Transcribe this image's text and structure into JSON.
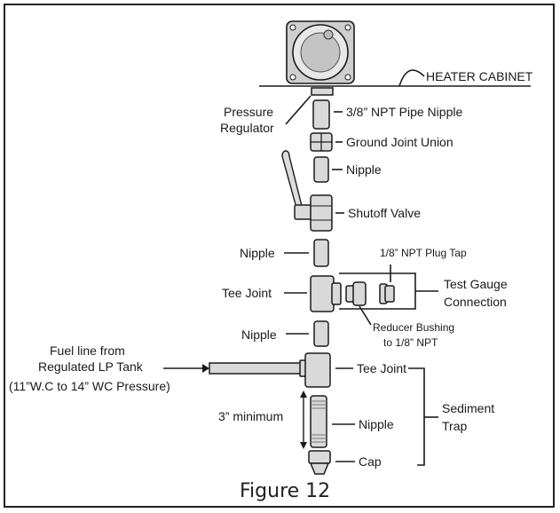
{
  "labels": {
    "heater_cabinet": "HEATER CABINET",
    "pressure_regulator_1": "Pressure",
    "pressure_regulator_2": "Regulator",
    "pipe_nipple": "3/8” NPT Pipe Nipple",
    "ground_joint_union": "Ground Joint Union",
    "nipple_upper": "Nipple",
    "shutoff_valve": "Shutoff Valve",
    "nipple_left_1": "Nipple",
    "plug_tap": "1/8” NPT Plug Tap",
    "tee_joint_upper": "Tee Joint",
    "test_gauge_1": "Test Gauge",
    "test_gauge_2": "Connection",
    "nipple_left_2": "Nipple",
    "reducer_1": "Reducer Bushing",
    "reducer_2": "to 1/8” NPT",
    "fuel_line_1": "Fuel line from",
    "fuel_line_2": "Regulated LP Tank",
    "fuel_line_3": "(11”W.C to 14” WC Pressure)",
    "tee_joint_lower": "Tee Joint",
    "three_min": "3” minimum",
    "nipple_lower": "Nipple",
    "sediment_1": "Sediment",
    "sediment_2": "Trap",
    "cap": "Cap"
  },
  "figure_caption": "Figure 12",
  "colors": {
    "line": "#1a1a1a",
    "pipe_fill": "#d9d9d9",
    "regulator_fill": "#bdbdbd"
  }
}
